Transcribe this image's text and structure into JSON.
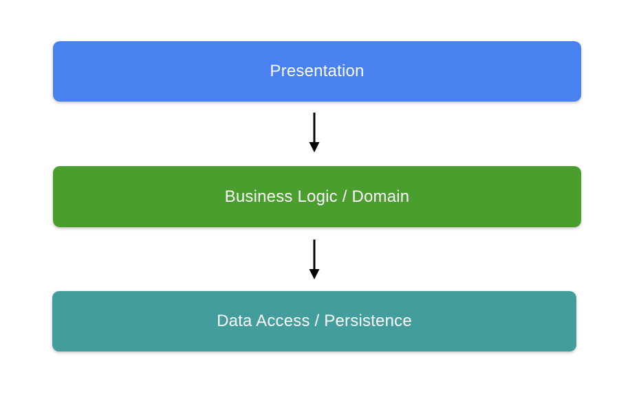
{
  "diagram": {
    "background_color": "#FFFFFF",
    "text_color": "#FFFFFF",
    "arrow_color": "#000000",
    "layers": [
      {
        "id": "presentation",
        "label": "Presentation",
        "color": "#4A81F0"
      },
      {
        "id": "business-logic",
        "label": "Business Logic / Domain",
        "color": "#4A9E2E"
      },
      {
        "id": "data-access",
        "label": "Data Access / Persistence",
        "color": "#439D9D"
      }
    ],
    "arrows": [
      {
        "from": "presentation",
        "to": "business-logic",
        "direction": "down"
      },
      {
        "from": "business-logic",
        "to": "data-access",
        "direction": "down"
      }
    ]
  }
}
